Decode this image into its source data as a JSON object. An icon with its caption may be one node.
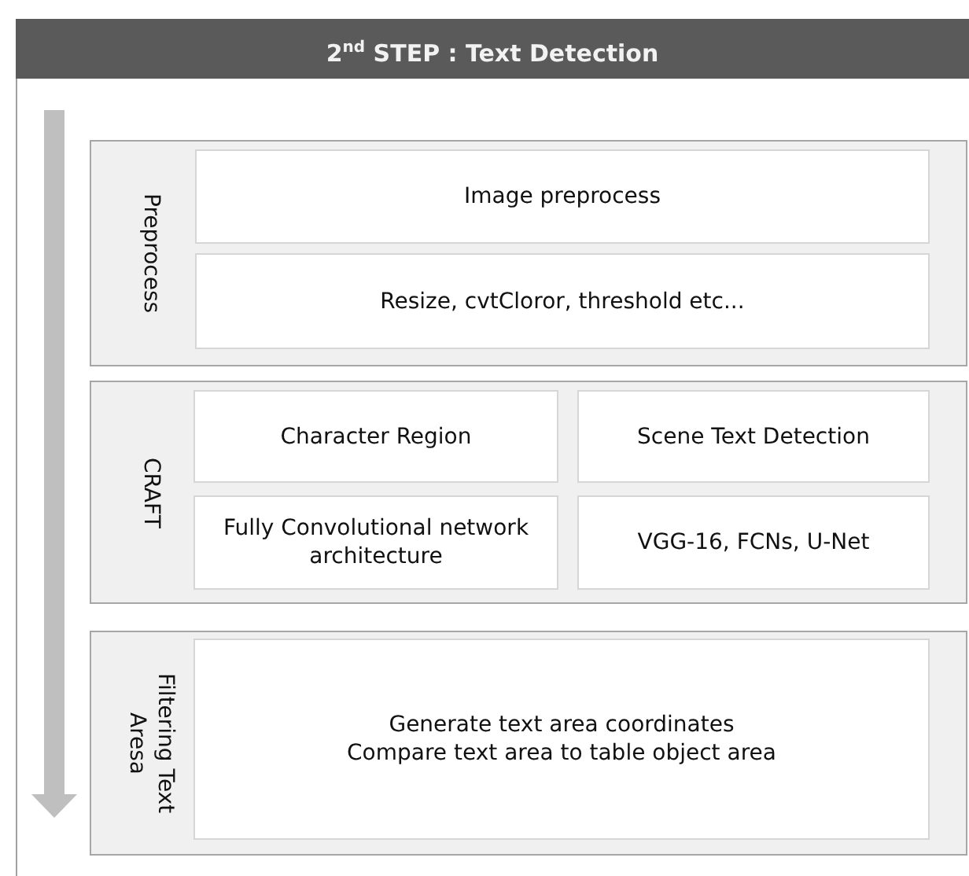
{
  "diagram": {
    "title": "2$^{nd}$ STEP : Text Detection",
    "nodes": [
      {
        "text": [
          "Preprocess"
        ]
      },
      {
        "text": [
          "Image preprocess"
        ],
        "in": 0
      },
      {
        "text": [
          "Resize, cvtCloror, threshold etc..."
        ],
        "in": 0
      },
      {
        "text": [
          "CRAFT"
        ]
      },
      {
        "text": [
          "Character Region"
        ],
        "in": 3
      },
      {
        "text": [
          "Scene Text Detection"
        ],
        "in": 3
      },
      {
        "text": [
          "Fully Convolutional network architecture"
        ],
        "in": 3
      },
      {
        "text": [
          "VGG-16, FCNs, U-Net"
        ],
        "in": 3
      },
      {
        "text": [
          "Filtering Text Aresa"
        ]
      },
      {
        "text": [
          "Generate text area coordinates",
          "Compare text area to table object area"
        ],
        "in": 8
      }
    ],
    "edges": []
  }
}
